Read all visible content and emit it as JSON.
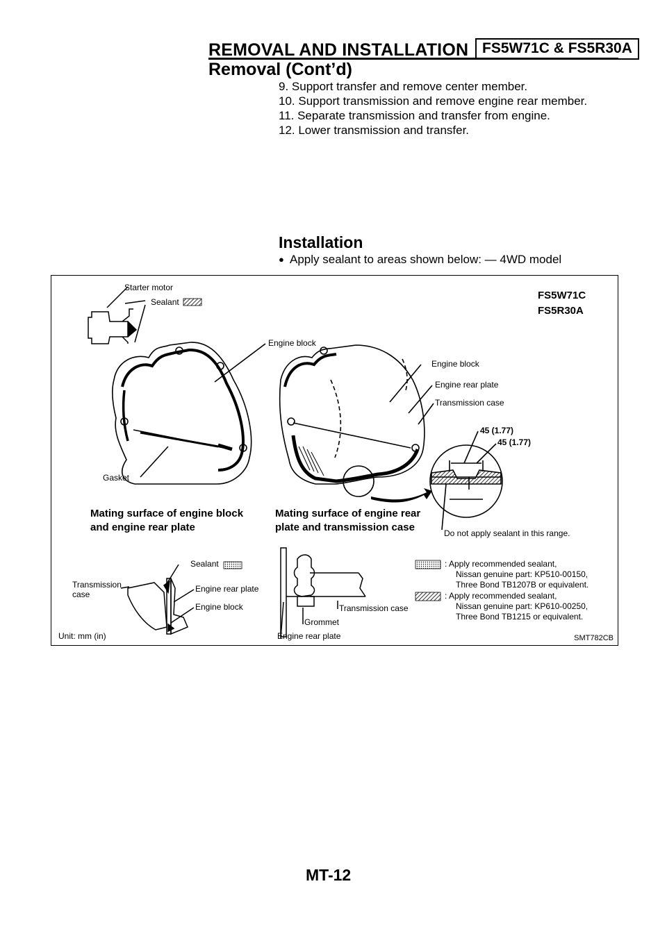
{
  "header": {
    "title": "REMOVAL AND INSTALLATION",
    "model_box": "FS5W71C & FS5R30A",
    "subtitle": "Removal (Cont’d)"
  },
  "removal_steps": [
    "9. Support transfer and remove center member.",
    "10. Support transmission and remove engine rear member.",
    "11. Separate transmission and transfer from engine.",
    "12. Lower transmission and transfer."
  ],
  "installation": {
    "title": "Installation",
    "bullet": "●",
    "bullet_text": "Apply sealant to areas shown below: — 4WD model"
  },
  "figure": {
    "models": [
      "FS5W71C",
      "FS5R30A"
    ],
    "labels": {
      "starter_motor": "Starter motor",
      "sealant": "Sealant",
      "engine_block": "Engine block",
      "gasket": "Gasket",
      "engine_rear_plate": "Engine rear plate",
      "transmission_case": "Transmission case",
      "dim1": "45 (1.77)",
      "dim2": "45 (1.77)",
      "do_not_apply": "Do not apply sealant in this range.",
      "transmission": "Transmission",
      "case": "case",
      "grommet": "Grommet",
      "unit": "Unit: mm (in)"
    },
    "captions": {
      "left_line1": "Mating surface of engine block",
      "left_line2": "and engine rear plate",
      "right_line1": "Mating surface of engine rear",
      "right_line2": "plate and transmission case"
    },
    "legend": [
      {
        "line1": ": Apply recommended sealant,",
        "line2": "Nissan genuine part: KP510-00150,",
        "line3": "Three Bond TB1207B or equivalent."
      },
      {
        "line1": ": Apply recommended sealant,",
        "line2": "Nissan genuine part: KP610-00250,",
        "line3": "Three Bond TB1215 or equivalent."
      }
    ],
    "ref_code": "SMT782CB"
  },
  "page_number": "MT-12"
}
